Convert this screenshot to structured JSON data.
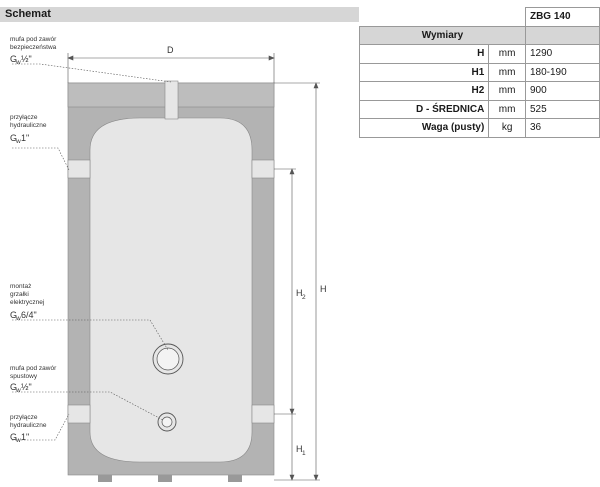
{
  "header": {
    "title": "Schemat"
  },
  "labels": {
    "mufa_bezp_1": "mufa pod zawór",
    "mufa_bezp_2": "bezpieczeństwa",
    "mufa_bezp_g": "G",
    "mufa_bezp_w": "w",
    "mufa_bezp_size": "½\"",
    "przyl_top_1": "przyłącze",
    "przyl_top_2": "hydrauliczne",
    "przyl_top_g": "G",
    "przyl_top_w": "w",
    "przyl_top_size": "1\"",
    "grzalka_1": "montaż",
    "grzalka_2": "grzałki",
    "grzalka_3": "elektrycznej",
    "grzalka_g": "G",
    "grzalka_w": "w",
    "grzalka_size": "6/4\"",
    "mufa_spust_1": "mufa pod zawór",
    "mufa_spust_2": "spustowy",
    "mufa_spust_g": "G",
    "mufa_spust_w": "w",
    "mufa_spust_size": "½\"",
    "przyl_bot_1": "przyłącze",
    "przyl_bot_2": "hydrauliczne",
    "przyl_bot_g": "G",
    "przyl_bot_w": "w",
    "przyl_bot_size": "1\"",
    "dim_D": "D",
    "dim_H": "H",
    "dim_H2": "H",
    "dim_H2_sub": "2",
    "dim_H1": "H",
    "dim_H1_sub": "1"
  },
  "table": {
    "model": "ZBG 140",
    "section": "Wymiary",
    "rows": [
      {
        "name": "H",
        "unit": "mm",
        "value": "1290"
      },
      {
        "name": "H1",
        "unit": "mm",
        "value": "180-190"
      },
      {
        "name": "H2",
        "unit": "mm",
        "value": "900"
      },
      {
        "name": "D - ŚREDNICA",
        "unit": "mm",
        "value": "525"
      },
      {
        "name": "Waga (pusty)",
        "unit": "kg",
        "value": "36"
      }
    ]
  },
  "colors": {
    "header_bg": "#d6d6d6",
    "jacket": "#b3b3b3",
    "inner": "#e6e6e6",
    "line": "#555555"
  }
}
